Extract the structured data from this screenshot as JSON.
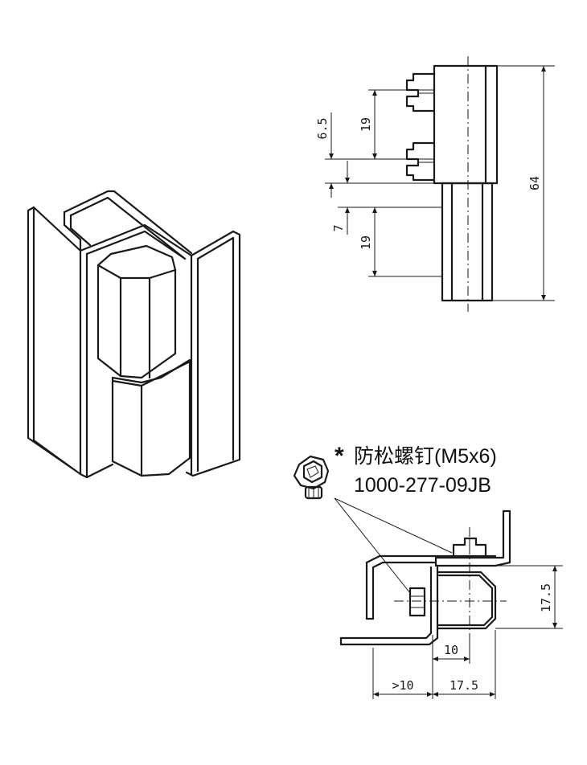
{
  "callout": {
    "marker": "*",
    "name": "防松螺钉(M5x6)",
    "part_number": "1000-277-09JB"
  },
  "dimensions": {
    "side_view": {
      "offset": "6.5",
      "upper_pitch": "19",
      "gap": "7",
      "lower_pitch": "19",
      "total_height": "64"
    },
    "section_view": {
      "depth": "17.5",
      "pin_offset": "10",
      "min_clearance": ">10",
      "width": "17.5"
    }
  }
}
